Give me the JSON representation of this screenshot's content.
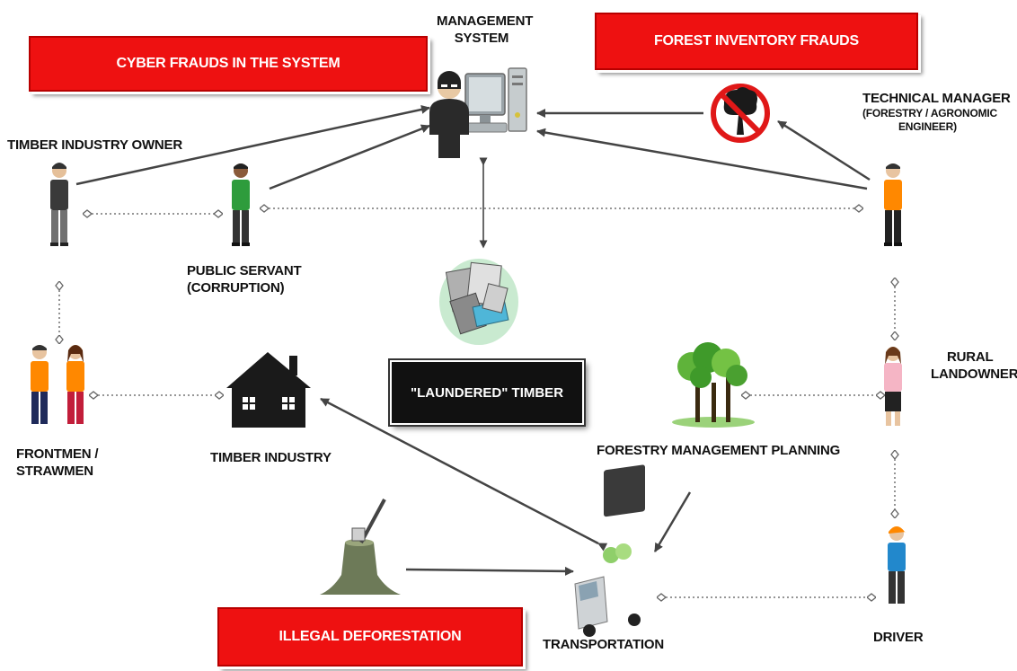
{
  "banners": {
    "cyber_frauds": "CYBER FRAUDS IN THE SYSTEM",
    "forest_inventory_frauds": "FOREST INVENTORY FRAUDS",
    "illegal_deforestation": "ILLEGAL DEFORESTATION",
    "laundered_timber": "\"LAUNDERED\" TIMBER"
  },
  "nodes": {
    "management_system_line1": "MANAGEMENT",
    "management_system_line2": "SYSTEM",
    "timber_industry_owner": "TIMBER INDUSTRY OWNER",
    "technical_manager_line1": "TECHNICAL MANAGER",
    "technical_manager_line2": "(FORESTRY / AGRONOMIC",
    "technical_manager_line3": "ENGINEER)",
    "public_servant_line1": "PUBLIC SERVANT",
    "public_servant_line2": "(CORRUPTION)",
    "frontmen_line1": "FRONTMEN /",
    "frontmen_line2": "STRAWMEN",
    "timber_industry": "TIMBER INDUSTRY",
    "rural_landowner_line1": "RURAL",
    "rural_landowner_line2": "LANDOWNER",
    "forestry_management_planning": "FORESTRY MANAGEMENT PLANNING",
    "transportation": "TRANSPORTATION",
    "driver": "DRIVER"
  },
  "colors": {
    "banner_red": "#ee1111",
    "arrow_gray": "#444444",
    "connector_gray": "#888888",
    "servant_green": "#2e9c3c",
    "manager_orange": "#ff8800",
    "driver_blue": "#2288cc",
    "landowner_pink": "#f5b5c5"
  },
  "icons": [
    "hacker-computer-icon",
    "no-tree-icon",
    "person-icon",
    "house-icon",
    "documents-icon",
    "trees-icon",
    "tree-stump-axe-icon",
    "truck-icon"
  ]
}
